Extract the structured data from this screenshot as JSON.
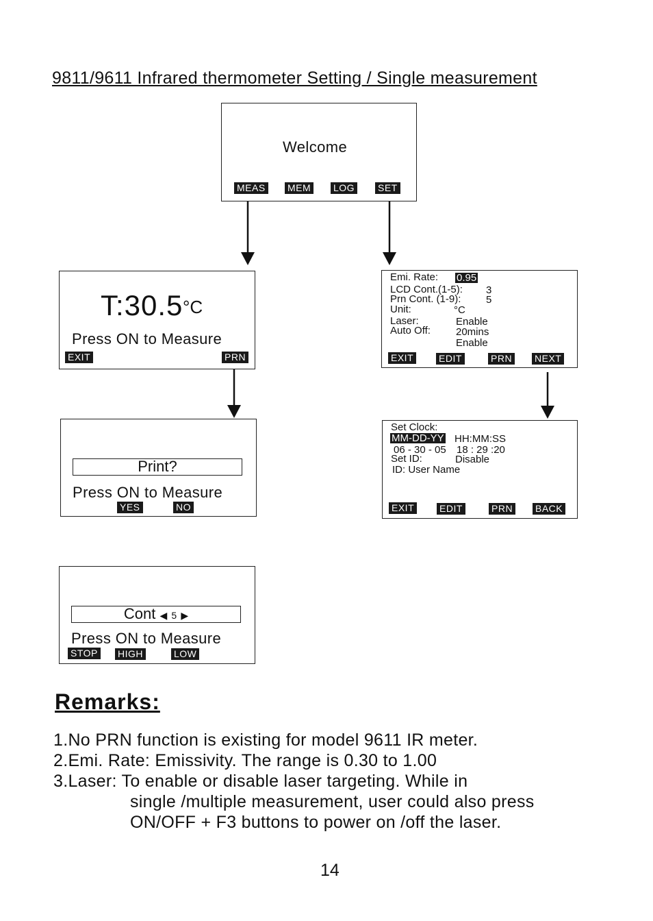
{
  "title": "9811/9611 Infrared thermometer Setting / Single measurement",
  "welcome": {
    "text": "Welcome",
    "buttons": [
      "MEAS",
      "MEM",
      "LOG",
      "SET"
    ]
  },
  "measure": {
    "temp": "T:30.5",
    "unit": "°C",
    "prompt": "Press ON to Measure",
    "exit": "EXIT",
    "prn": "PRN"
  },
  "print": {
    "question": "Print?",
    "prompt": "Press ON to Measure",
    "yes": "YES",
    "no": "NO"
  },
  "cont": {
    "label": "Cont",
    "value": "5",
    "prompt": "Press ON to Measure",
    "stop": "STOP",
    "high": "HIGH",
    "low": "LOW"
  },
  "settings": {
    "emi_label": "Emi. Rate:",
    "emi_value": "0.95",
    "lcd_label": "LCD Cont.(1-5):",
    "lcd_value": "3",
    "prn_label": "Prn Cont.  (1-9):",
    "prn_value": "5",
    "unit_label": "Unit:",
    "unit_value": "°C",
    "laser_label": "Laser:",
    "laser_value": "Enable",
    "auto_label": "Auto Off:",
    "auto_value": "20mins",
    "extra_value": "Enable",
    "exit": "EXIT",
    "edit": "EDIT",
    "prn": "PRN",
    "next": "NEXT"
  },
  "clock": {
    "label": "Set Clock:",
    "date_format": "MM-DD-YY",
    "time_format": "HH:MM:SS",
    "date": "06 - 30 - 05",
    "time": "18 :  29 :20",
    "id_label": "Set ID:",
    "id_value": "Disable",
    "id_name": "ID: User Name",
    "exit": "EXIT",
    "edit": "EDIT",
    "prn": "PRN",
    "back": "BACK"
  },
  "remarks": {
    "heading": "Remarks:",
    "line1": "1.No PRN function is existing for model 9611 IR meter.",
    "line2": "2.Emi. Rate: Emissivity. The range is 0.30 to 1.00",
    "line3": "3.Laser: To enable or disable laser targeting.  While in",
    "line4": "single /multiple measurement, user could also press",
    "line5": "ON/OFF + F3 buttons to power on /off the laser."
  },
  "page_number": "14"
}
